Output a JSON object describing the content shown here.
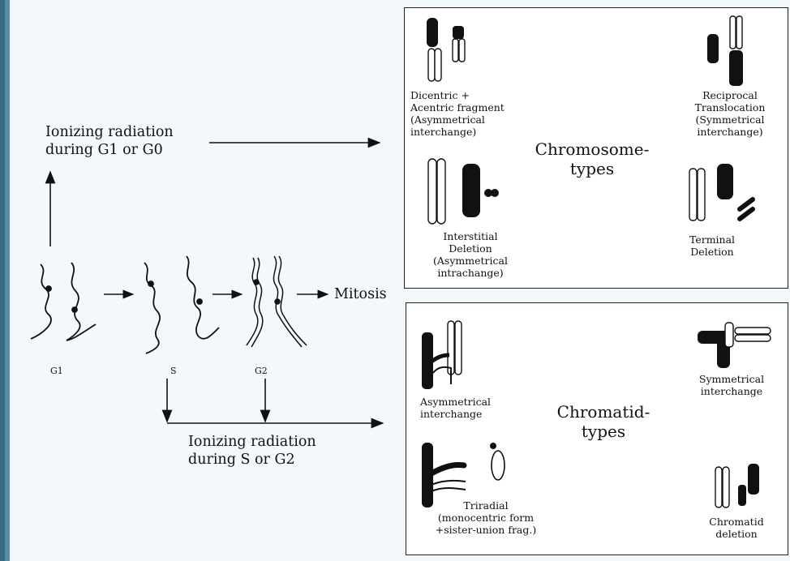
{
  "flow": {
    "radiation_g1": "Ionizing radiation\nduring G1 or G0",
    "radiation_s": "Ionizing radiation\nduring S or G2",
    "mitosis": "Mitosis",
    "phases": [
      "G1",
      "S",
      "G2"
    ]
  },
  "chromosome_panel": {
    "title": "Chromosome-\ntypes",
    "dicentric": "Dicentric +\nAcentric fragment\n(Asymmetrical\ninterchange)",
    "reciprocal": "Reciprocal\nTranslocation\n(Symmetrical\ninterchange)",
    "interstitial": "Interstitial\nDeletion\n(Asymmetrical\nintrachange)",
    "terminal": "Terminal\nDeletion"
  },
  "chromatid_panel": {
    "title": "Chromatid-\ntypes",
    "asymmetrical": "Asymmetrical\ninterchange",
    "symmetrical": "Symmetrical\ninterchange",
    "triradial": "Triradial\n(monocentric form\n+sister-union frag.)",
    "deletion": "Chromatid\ndeletion"
  }
}
